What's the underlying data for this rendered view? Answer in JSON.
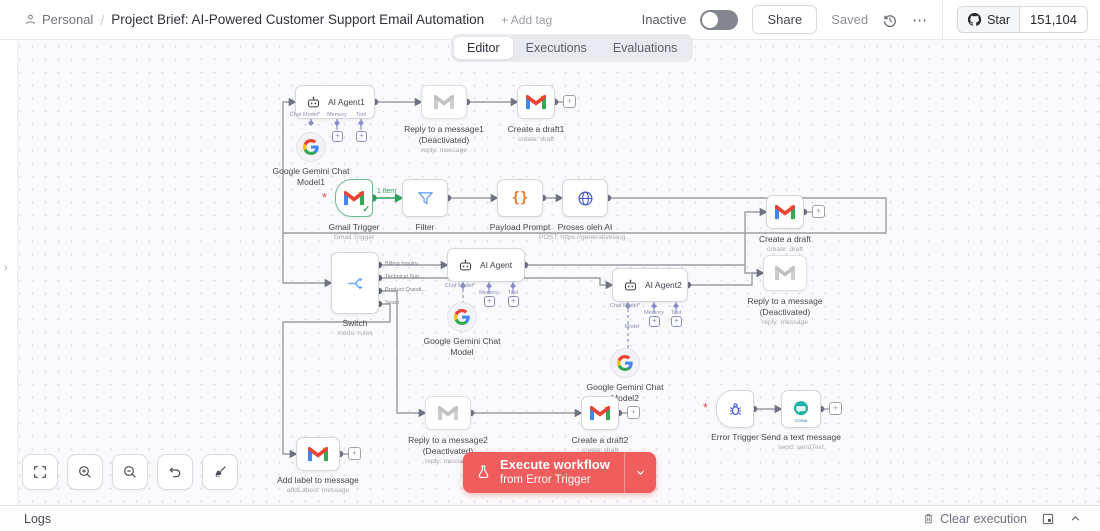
{
  "header": {
    "breadcrumb": {
      "project": "Personal",
      "separator": "/",
      "title": "Project Brief: AI-Powered Customer Support Email Automation",
      "add_tag": "+ Add tag"
    },
    "status": {
      "inactive_label": "Inactive",
      "share_label": "Share",
      "saved_label": "Saved",
      "more_label": "⋯"
    },
    "github": {
      "star_label": "Star",
      "star_count": "151,104"
    }
  },
  "tabs": [
    {
      "label": "Editor",
      "active": true
    },
    {
      "label": "Executions",
      "active": false
    },
    {
      "label": "Evaluations",
      "active": false
    }
  ],
  "canvas": {
    "agent_ports": {
      "chat_model": "Chat Model*",
      "memory": "Memory",
      "tool": "Tool",
      "model": "Model"
    },
    "connection_labels": {
      "trigger_items": "1 item"
    },
    "nodes": {
      "ai_agent1": {
        "label": "AI Agent1"
      },
      "reply1": {
        "label": "Reply to a message1",
        "status": "(Deactivated)",
        "sub": "reply: message"
      },
      "draft1": {
        "label": "Create a draft1",
        "sub": "create: draft"
      },
      "gmail_trigger": {
        "label": "Gmail Trigger",
        "sub": "Gmail Trigger"
      },
      "filter": {
        "label": "Filter"
      },
      "payload_prompt": {
        "label": "Payload Prompt"
      },
      "proses": {
        "label": "Proses oleh AI",
        "sub": "POST: https://generativelang..."
      },
      "draft_r": {
        "label": "Create a draft",
        "sub": "create: draft"
      },
      "reply_r": {
        "label": "Reply to a message",
        "status": "(Deactivated)",
        "sub": "reply: message"
      },
      "switch": {
        "label": "Switch",
        "sub": "mode: rules",
        "outputs": [
          "Billing Inquiry",
          "Technical Sup...",
          "Product Questi...",
          "Spam"
        ]
      },
      "ai_agent": {
        "label": "AI Agent"
      },
      "ai_agent2": {
        "label": "AI Agent2"
      },
      "gemini1": {
        "label": "Google Gemini Chat Model1"
      },
      "gemini": {
        "label": "Google Gemini Chat Model"
      },
      "gemini2": {
        "label": "Google Gemini Chat Model2"
      },
      "error_trigger": {
        "label": "Error Trigger"
      },
      "send_text": {
        "label": "Send a text message",
        "sub": "send: sendText",
        "icon_text": "GOWA"
      },
      "reply2": {
        "label": "Reply to a message2",
        "status": "(Deactivated)",
        "sub": "reply: message"
      },
      "draft2": {
        "label": "Create a draft2",
        "sub": "create: draft"
      },
      "add_label": {
        "label": "Add label to message",
        "sub": "addLabels: message"
      }
    }
  },
  "execute": {
    "line1": "Execute workflow",
    "line2": "from Error Trigger"
  },
  "footer": {
    "logs_label": "Logs",
    "clear_label": "Clear execution"
  },
  "colors": {
    "execute_red": "#f15c5c",
    "success_green": "#2fa05d",
    "agent_port_purple": "#8a8cc8",
    "wire_gray": "#9a9ca6",
    "gmail_red": "#EA4335",
    "gmail_blue": "#4285F4",
    "gmail_green": "#34A853",
    "gmail_yellow": "#FBBC04",
    "canvas_bg": "#fafafc"
  }
}
